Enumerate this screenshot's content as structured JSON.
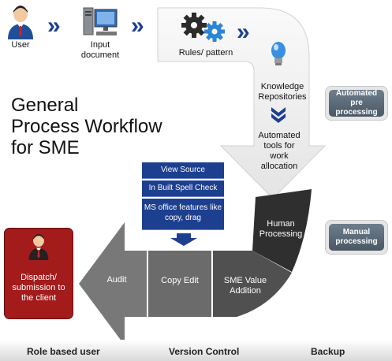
{
  "top_flow": {
    "user_label": "User",
    "input_label": "Input document",
    "rules_label": "Rules/ pattern",
    "knowledge_label": "Knowledge Repositories",
    "automated_tools_label": "Automated tools for work allocation"
  },
  "title": {
    "line1": "General",
    "line2": "Process Workflow",
    "line3": "for SME"
  },
  "side_labels": {
    "automated": "Automated pre processing",
    "manual": "Manual processing"
  },
  "features": [
    "View Source",
    "In Built Spell Check",
    "MS office features like copy, drag"
  ],
  "stages": {
    "human": "Human Processing",
    "sme": "SME Value Addition",
    "copy_edit": "Copy Edit",
    "audit": "Audit",
    "dispatch": "Dispatch/ submission to the client"
  },
  "footer": {
    "role": "Role based user",
    "version": "Version Control",
    "backup": "Backup"
  },
  "colors": {
    "accent_blue": "#1d3f8f",
    "dispatch_red": "#a31b1b",
    "dark_stage": "#3a3a3a"
  }
}
